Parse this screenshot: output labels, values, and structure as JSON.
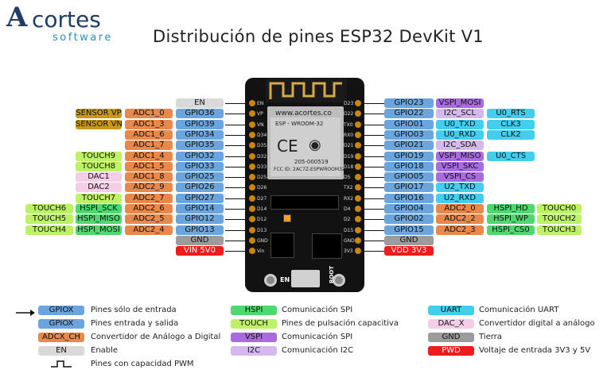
{
  "brand": {
    "a": "A",
    "main": "cortes",
    "sub": "software"
  },
  "title": "Distribución de pines ESP32 DevKit V1",
  "board": {
    "website": "www.acortes.co",
    "module": "ESP - WROOM-32",
    "fcc": "FCC ID: 2AC7Z-ESPWROOM32",
    "id": "205-000519",
    "en_label": "EN",
    "boot_label": "BOOT",
    "left_header": [
      "EN",
      "VP",
      "VN",
      "D34",
      "D35",
      "D32",
      "D33",
      "D25",
      "D26",
      "D27",
      "D14",
      "D12",
      "D13",
      "GND",
      "Vin"
    ],
    "right_header": [
      "D23",
      "D22",
      "TX0",
      "RX0",
      "D21",
      "D19",
      "D18",
      "D5",
      "TX2",
      "RX2",
      "D4",
      "D2",
      "D15",
      "GND",
      "3V3"
    ]
  },
  "left_pins": {
    "col_gpio": [
      "EN",
      "GPIO36",
      "GPIO39",
      "GPIO34",
      "GPIO35",
      "GPIO32",
      "GPIO33",
      "GPIO25",
      "GPIO26",
      "GPIO27",
      "GPIO14",
      "GPIO12",
      "GPIO13",
      "GND",
      "VIN 5V0"
    ],
    "col_adc": [
      "",
      "ADC1_0",
      "ADC1_3",
      "ADC1_6",
      "ADC1_7",
      "ADC1_4",
      "ADC1_5",
      "ADC1_8",
      "ADC2_9",
      "ADC2_7",
      "ADC2_6",
      "ADC2_5",
      "ADC2_4",
      "",
      ""
    ],
    "col_c": [
      "",
      "SENSOR VP",
      "SENSOR VN",
      "",
      "",
      "TOUCH9",
      "TOUCH8",
      "DAC1",
      "DAC2",
      "TOUCH7",
      "HSPI_SCK",
      "HSPI_MISO",
      "HSPI_MOSI",
      "",
      ""
    ],
    "col_d": [
      "",
      "",
      "",
      "",
      "",
      "",
      "",
      "",
      "",
      "",
      "TOUCH6",
      "TOUCH5",
      "TOUCH4",
      "",
      ""
    ]
  },
  "right_pins": {
    "col_gpio": [
      "GPIO23",
      "GPIO22",
      "GPIO01",
      "GPIO03",
      "GPIO21",
      "GPIO19",
      "GPIO18",
      "GPIO05",
      "GPIO17",
      "GPIO16",
      "GPIO04",
      "GPIO02",
      "GPIO15",
      "GND",
      "VDD 3V3"
    ],
    "col_b": [
      "VSPI_MOSI",
      "I2C_SCL",
      "U0_TXD",
      "U0_RXD",
      "I2C_SDA",
      "VSPI_MISO",
      "VSPI_SKC",
      "VSPI_CS",
      "U2_TXD",
      "U2_RXD",
      "ADC2_0",
      "ADC2_2",
      "ADC2_3",
      "",
      ""
    ],
    "col_c": [
      "",
      "U0_RTS",
      "CLK3",
      "CLK2",
      "",
      "U0_CTS",
      "",
      "",
      "",
      "",
      "HSPI_HD",
      "HSPI_WP",
      "HSPI_CS0",
      "",
      ""
    ],
    "col_d": [
      "",
      "",
      "",
      "",
      "",
      "",
      "",
      "",
      "",
      "",
      "TOUCH0",
      "TOUCH2",
      "TOUCH3",
      "",
      ""
    ]
  },
  "legend": {
    "col1": [
      {
        "tag": "GPIOX",
        "text": "Pines sólo de entrada"
      },
      {
        "tag": "GPIOX",
        "text": "Pines entrada y salida"
      },
      {
        "tag": "ADCX_CH",
        "text": "Convertidor de Análogo a Digital"
      },
      {
        "tag": "EN",
        "text": "Enable"
      },
      {
        "tag": "",
        "text": "Pines con capacidad PWM"
      }
    ],
    "col2": [
      {
        "tag": "HSPI",
        "text": "Comunicación SPI"
      },
      {
        "tag": "TOUCH",
        "text": "Pines de pulsación capacitiva"
      },
      {
        "tag": "VSPI",
        "text": "Comunicación SPI"
      },
      {
        "tag": "I2C",
        "text": "Comunicación I2C"
      }
    ],
    "col3": [
      {
        "tag": "UART",
        "text": "Comunicación UART"
      },
      {
        "tag": "DAC_X",
        "text": "Convertidor digital a análogo"
      },
      {
        "tag": "GND",
        "text": "Tierra"
      },
      {
        "tag": "PWD",
        "text": "Voltaje de entrada 3V3 y 5V"
      }
    ]
  }
}
